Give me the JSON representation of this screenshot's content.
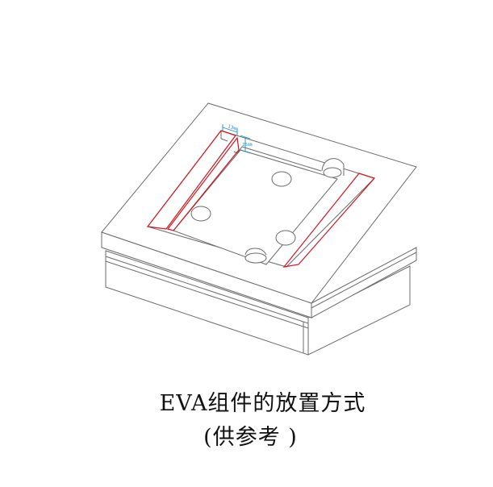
{
  "caption": {
    "line1": "EVA组件的放置方式",
    "line2": "(供参考 )"
  },
  "dimensions": {
    "width_label": "13㎜",
    "height_label": "25㎜"
  },
  "colors": {
    "outline": "#6b6b6b",
    "eva_strip": "#d4141c",
    "dimension": "#1a8fd6"
  }
}
